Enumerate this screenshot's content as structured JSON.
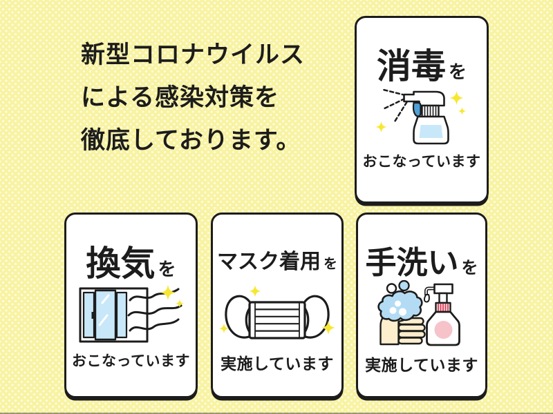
{
  "poster": {
    "heading_lines": [
      "新型コロナウイルス",
      "による感染対策を",
      "徹底しております。"
    ],
    "cards": [
      {
        "title": "消毒",
        "particle": "を",
        "status": "おこなっています",
        "icon": "spray-bottle"
      },
      {
        "title": "換気",
        "particle": "を",
        "status": "おこなっています",
        "icon": "sliding-window-ventilation"
      },
      {
        "title": "マスク着用",
        "particle": "を",
        "status": "実施しています",
        "icon": "face-mask"
      },
      {
        "title": "手洗い",
        "particle": "を",
        "status": "実施しています",
        "icon": "hand-washing-soap"
      }
    ],
    "colors": {
      "background_yellow": "#f8f3a2",
      "dot_white": "#fefbe2",
      "ink_black": "#1c1c1c",
      "card_white": "#ffffff",
      "sparkle_yellow": "#f7e733",
      "light_blue": "#c8e8f9",
      "foam_blue": "#b3dcf4",
      "trigger_blue": "#4da0d8",
      "skin": "#fdeecd",
      "soap_pink": "#f6c3ca",
      "stripe_red": "#e0485e"
    }
  }
}
